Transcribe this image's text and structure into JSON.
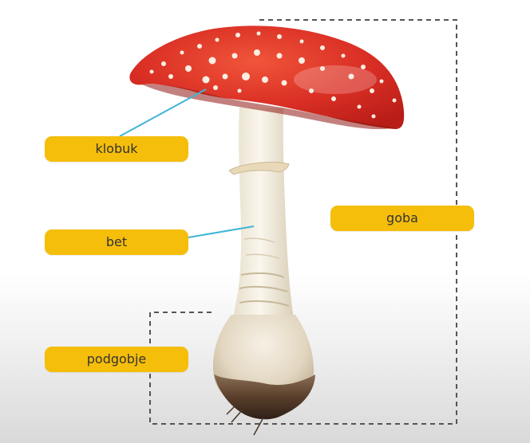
{
  "labels": {
    "cap": "klobuk",
    "stem": "bet",
    "fruiting_body": "goba",
    "base": "podgobje"
  },
  "colors": {
    "label_fill": "#f5be0b",
    "leader_line": "#3fb5d6",
    "bracket": "#555555",
    "cap": "#d9302a"
  }
}
